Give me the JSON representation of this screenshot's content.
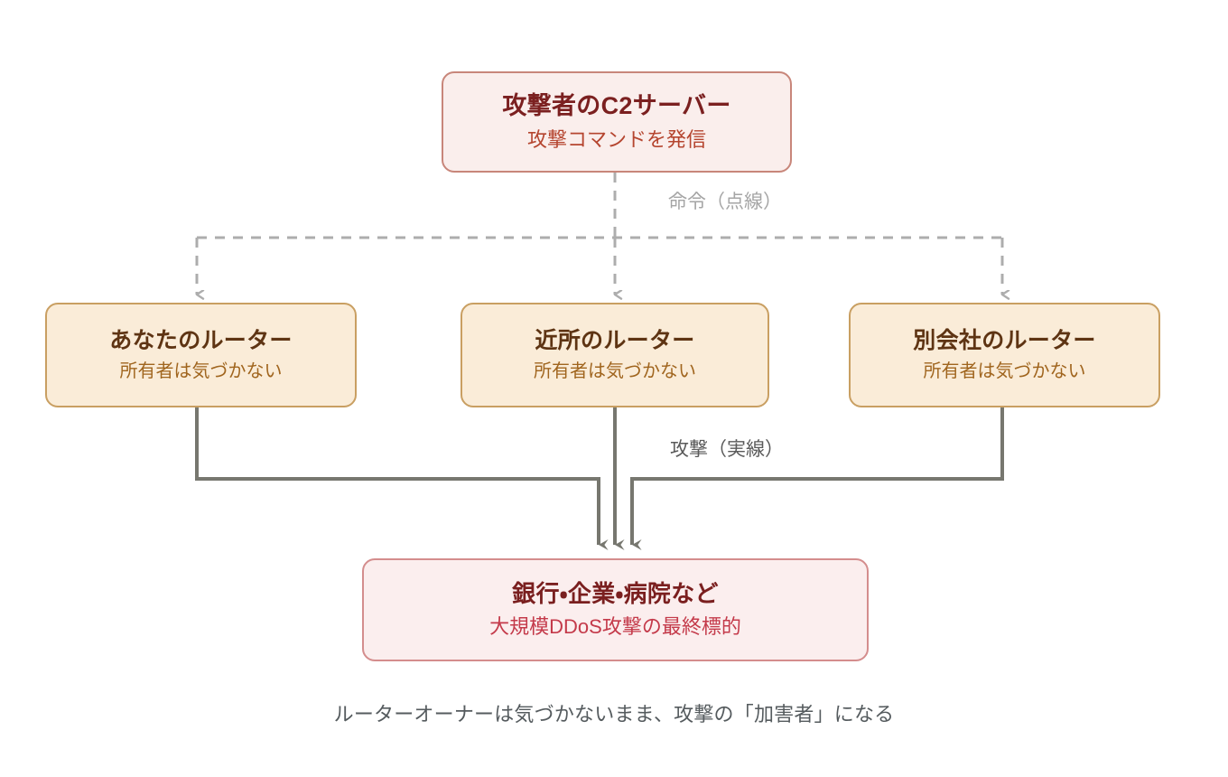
{
  "diagram": {
    "caption": "ルーターオーナーは気づかないまま、攻撃の「加害者」になる",
    "colors": {
      "background": "#ffffff",
      "c2_fill": "#faeeec",
      "c2_border": "#c8867a",
      "c2_title": "#7b2020",
      "c2_sub": "#b5452f",
      "router_fill": "#faecd8",
      "router_border": "#c99f62",
      "router_title": "#5e3413",
      "router_sub": "#a0651e",
      "target_fill": "#fbeeee",
      "target_border": "#d48d8d",
      "target_title": "#7a1f1f",
      "target_sub": "#c43a4a",
      "command_edge": "#adadad",
      "attack_edge": "#77776f",
      "command_label": "#a5a5a5",
      "attack_label": "#5a5a5a",
      "caption": "#555b5e"
    },
    "nodes": {
      "c2": {
        "title": "攻撃者のC2サーバー",
        "subtitle": "攻撃コマンドを発信"
      },
      "router_yours": {
        "title": "あなたのルーター",
        "subtitle": "所有者は気づかない"
      },
      "router_neighbor": {
        "title": "近所のルーター",
        "subtitle": "所有者は気づかない"
      },
      "router_company": {
        "title": "別会社のルーター",
        "subtitle": "所有者は気づかない"
      },
      "target": {
        "title": "銀行・企業・病院など",
        "subtitle": "大規模DDoS攻撃の最終標的"
      }
    },
    "edges": {
      "command_label": "命令（点線）",
      "attack_label": "攻撃（実線）"
    }
  }
}
